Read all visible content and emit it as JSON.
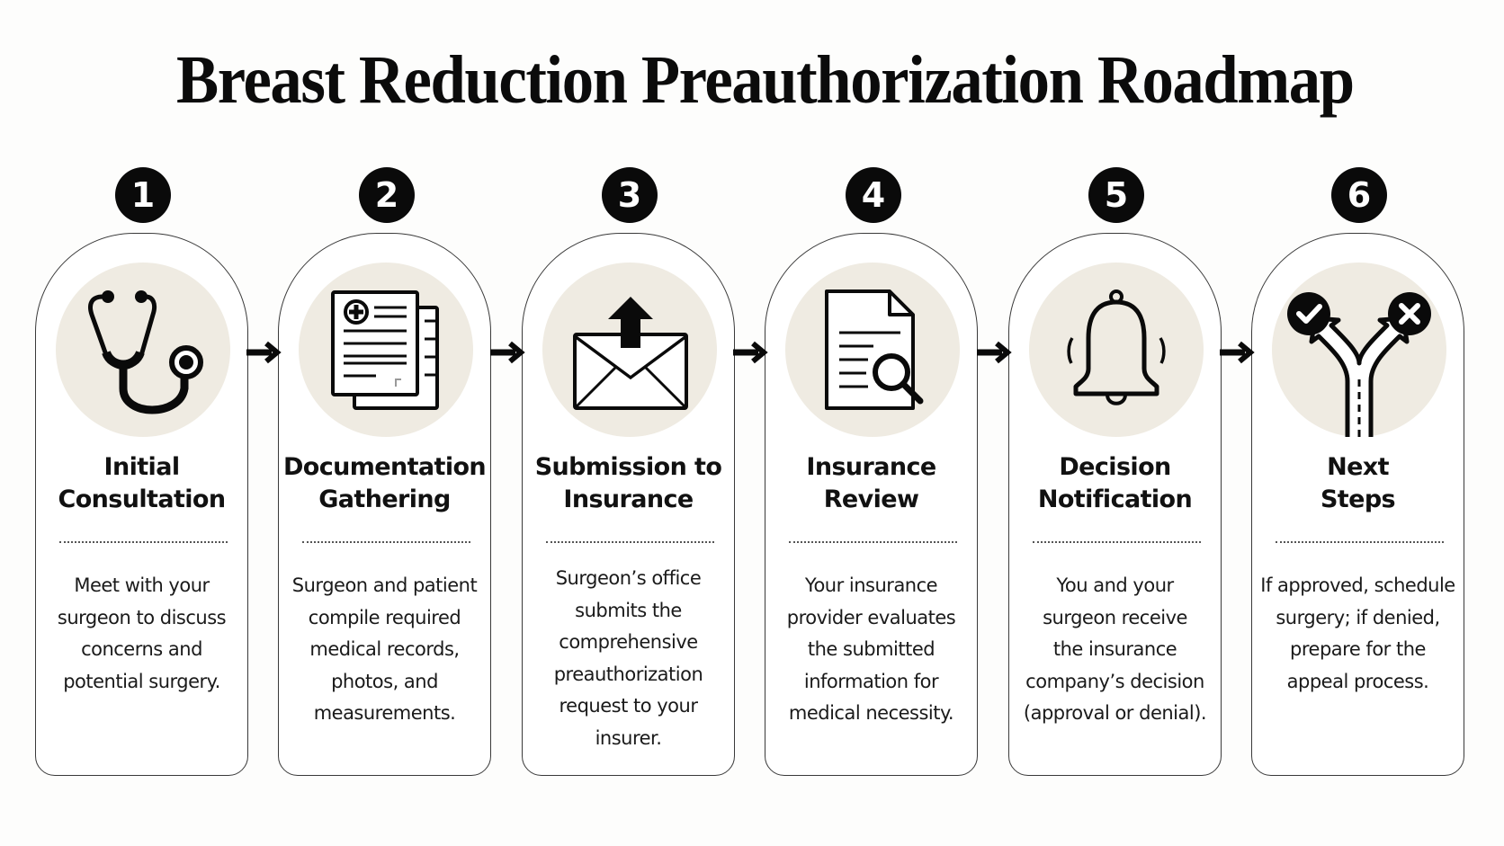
{
  "title": "Breast Reduction Preauthorization Roadmap",
  "colors": {
    "ink": "#0a0a0a",
    "icon_circle": "#efebe2",
    "card_border": "#3a3a3a",
    "background": "#fdfdfc"
  },
  "steps": [
    {
      "number": "1",
      "icon": "stethoscope-icon",
      "heading": [
        "Initial",
        "Consultation"
      ],
      "description": [
        "Meet with your",
        "surgeon to discuss",
        "concerns and",
        "potential surgery."
      ]
    },
    {
      "number": "2",
      "icon": "medical-documents-icon",
      "heading": [
        "Documentation",
        "Gathering"
      ],
      "description": [
        "Surgeon and patient",
        "compile required",
        "medical records,",
        "photos, and",
        "measurements."
      ]
    },
    {
      "number": "3",
      "icon": "envelope-upload-icon",
      "heading": [
        "Submission to",
        "Insurance"
      ],
      "description": [
        "Surgeon’s office",
        "submits the",
        "comprehensive",
        "preauthorization",
        "request to your",
        "insurer."
      ]
    },
    {
      "number": "4",
      "icon": "document-search-icon",
      "heading": [
        "Insurance",
        "Review"
      ],
      "description": [
        "Your insurance",
        "provider evaluates",
        "the submitted",
        "information for",
        "medical necessity."
      ]
    },
    {
      "number": "5",
      "icon": "bell-icon",
      "heading": [
        "Decision",
        "Notification"
      ],
      "description": [
        "You and your",
        "surgeon receive",
        "the insurance",
        "company’s decision",
        "(approval or denial)."
      ]
    },
    {
      "number": "6",
      "icon": "fork-road-approve-deny-icon",
      "heading": [
        "Next",
        "Steps"
      ],
      "description": [
        "If approved, schedule",
        "surgery; if denied,",
        "prepare for the",
        "appeal process."
      ]
    }
  ],
  "connectors": [
    "arrow-right-icon",
    "arrow-right-icon",
    "arrow-right-icon",
    "arrow-right-icon",
    "arrow-right-icon"
  ]
}
